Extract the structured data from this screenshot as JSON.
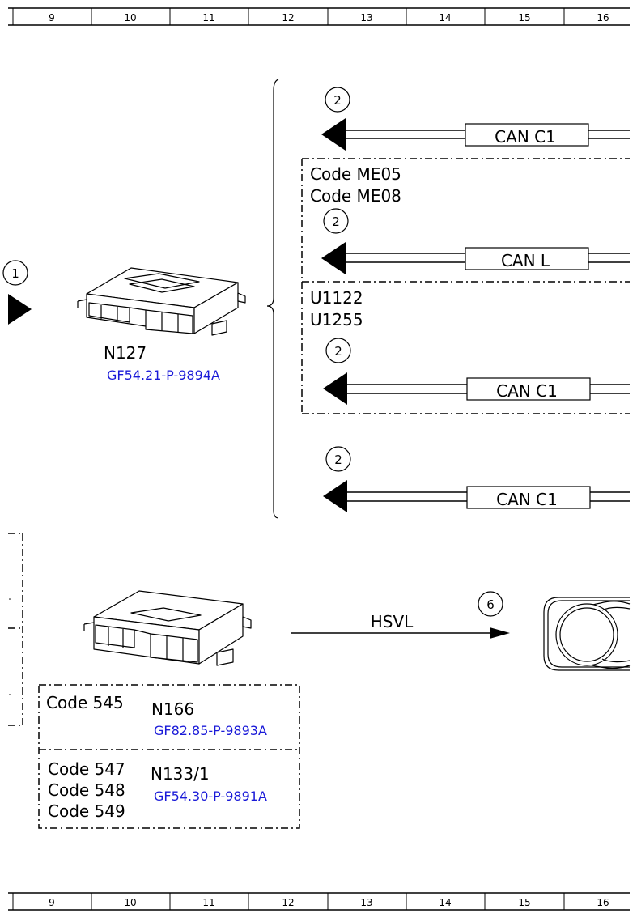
{
  "ruler": {
    "columns": [
      "9",
      "10",
      "11",
      "12",
      "13",
      "14",
      "15",
      "16"
    ]
  },
  "brace_group": {
    "rows": [
      {
        "connector": "2",
        "bus": "CAN C1"
      },
      {
        "codes": [
          "Code ME05",
          "Code ME08"
        ],
        "connector": "2",
        "bus": "CAN L"
      },
      {
        "codes": [
          "U1122",
          "U1255"
        ],
        "connector": "2",
        "bus": "CAN C1"
      },
      {
        "connector": "2",
        "bus": "CAN C1"
      }
    ]
  },
  "module_top": {
    "ref_circle": "1",
    "name": "N127",
    "doc_ref": "GF54.21-P-9894A"
  },
  "module_bottom": {
    "signal": "HSVL",
    "connector": "6",
    "variants": [
      {
        "codes": [
          "Code 545"
        ],
        "name": "N166",
        "doc_ref": "GF82.85-P-9893A"
      },
      {
        "codes": [
          "Code 547",
          "Code 548",
          "Code 549"
        ],
        "name": "N133/1",
        "doc_ref": "GF54.30-P-9891A"
      }
    ]
  },
  "colors": {
    "line": "#000000",
    "doc_ref": "#1a1ad8"
  }
}
